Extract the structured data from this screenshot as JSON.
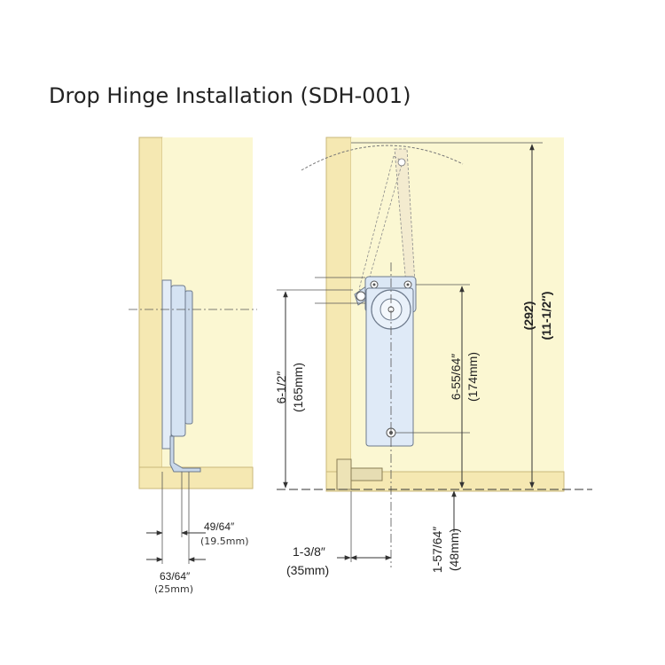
{
  "title": "Drop Hinge Installation (SDH-001)",
  "colors": {
    "wood": "#f7f0c4",
    "wood_edge": "#eadca0",
    "panel": "#fbf8d6",
    "hinge": "#dce9f7",
    "hinge_dark": "#9aa9bd",
    "line": "#333333"
  },
  "dimensions": {
    "left_view": {
      "inner": {
        "fraction": "49/64″",
        "metric": "(19.5mm)"
      },
      "outer": {
        "fraction": "63/64″",
        "metric": "(25mm)"
      }
    },
    "right_view": {
      "height_a": {
        "fraction": "6-1/2″",
        "metric": "(165mm)"
      },
      "height_b": {
        "fraction": "6-55/64″",
        "metric": "(174mm)"
      },
      "height_c": {
        "fraction": "(11-1/2″)",
        "metric": "(292)"
      },
      "offset": {
        "fraction": "1-3/8″",
        "metric": "(35mm)"
      },
      "depth": {
        "fraction": "1-57/64″",
        "metric": "(48mm)"
      }
    }
  }
}
